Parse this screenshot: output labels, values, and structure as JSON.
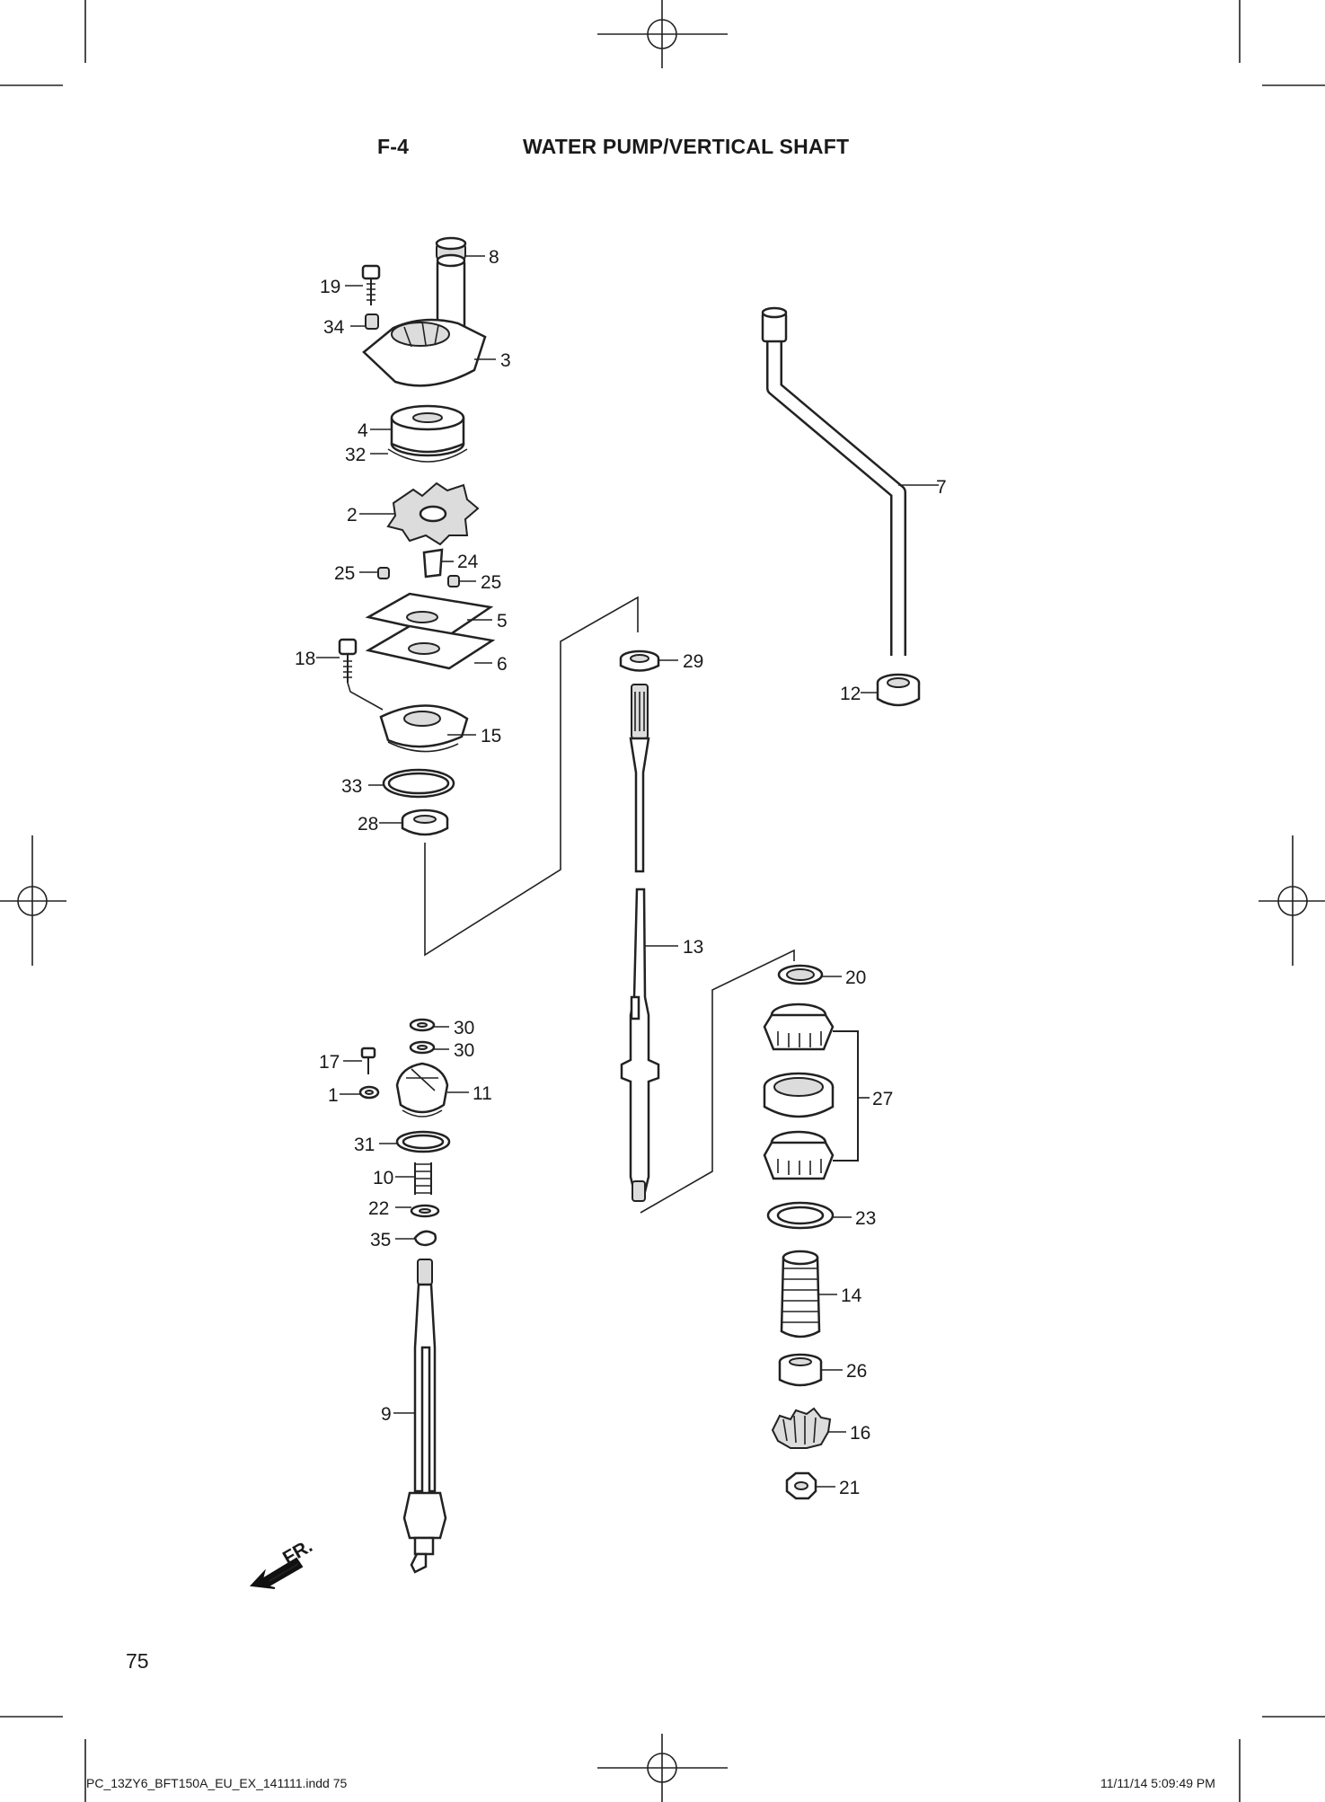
{
  "header": {
    "section_code": "F-4",
    "section_title": "WATER PUMP/VERTICAL SHAFT"
  },
  "page_number": "75",
  "footer": {
    "file_info": "PC_13ZY6_BFT150A_EU_EX_141111.indd   75",
    "timestamp": "11/11/14   5:09:49 PM"
  },
  "direction_indicator": "FR.",
  "callouts": [
    "1",
    "2",
    "3",
    "4",
    "5",
    "6",
    "7",
    "8",
    "9",
    "10",
    "11",
    "12",
    "13",
    "14",
    "15",
    "16",
    "17",
    "18",
    "19",
    "20",
    "21",
    "22",
    "23",
    "24",
    "25",
    "26",
    "27",
    "28",
    "29",
    "30",
    "31",
    "32",
    "33",
    "34",
    "35"
  ]
}
